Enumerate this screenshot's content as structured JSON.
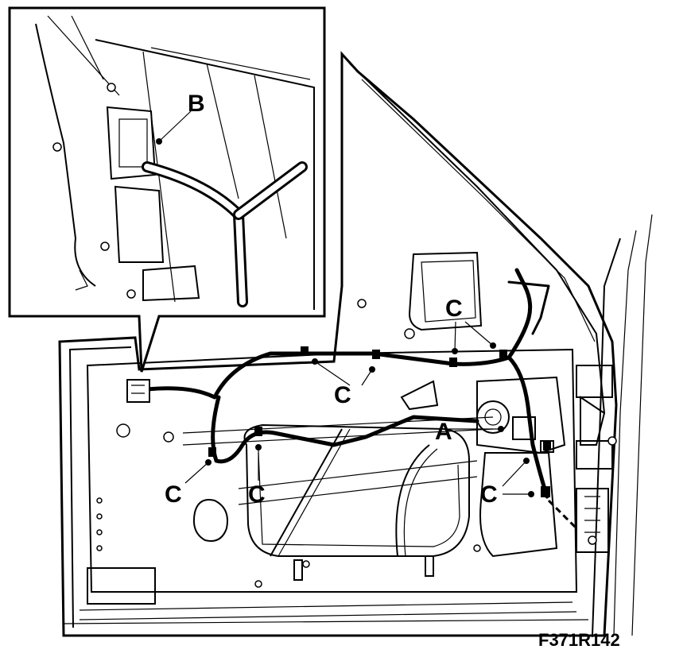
{
  "callouts": {
    "a": "A",
    "b": "B",
    "c": "C"
  },
  "figure_code": "F371R142"
}
